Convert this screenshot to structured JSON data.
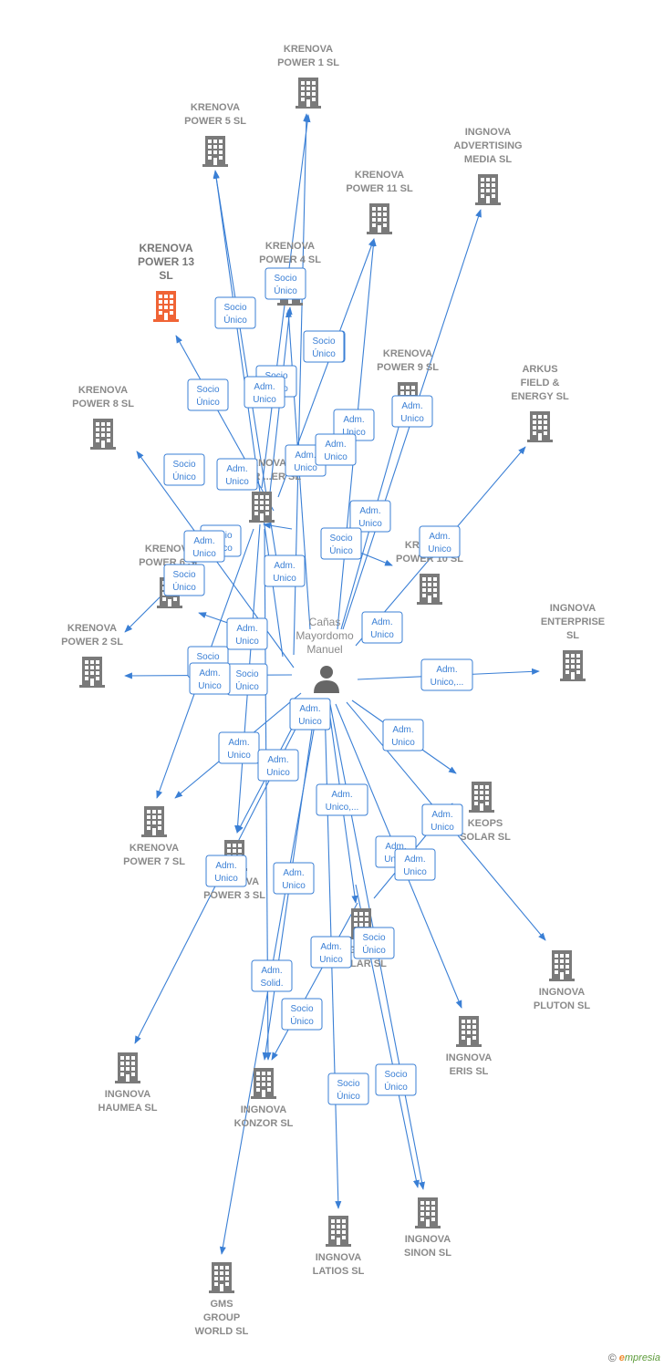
{
  "colors": {
    "edge": "#3a7fd5",
    "building": "#7a7a7a",
    "highlight": "#f06436",
    "person": "#666666"
  },
  "center": {
    "lines": [
      "Cañas",
      "Mayordomo",
      "Manuel"
    ]
  },
  "nodes": [
    {
      "id": "kp1",
      "lines": [
        "KRENOVA",
        "POWER 1  SL"
      ]
    },
    {
      "id": "kp5",
      "lines": [
        "KRENOVA",
        "POWER 5  SL"
      ]
    },
    {
      "id": "iam",
      "lines": [
        "INGNOVA",
        "ADVERTISING",
        "MEDIA  SL"
      ]
    },
    {
      "id": "kp11",
      "lines": [
        "KRENOVA",
        "POWER 11  SL"
      ]
    },
    {
      "id": "kp13",
      "lines": [
        "KRENOVA",
        "POWER 13",
        "SL"
      ],
      "highlight": true
    },
    {
      "id": "kp4",
      "lines": [
        "KRENOVA",
        "POWER 4  SL"
      ]
    },
    {
      "id": "kp9",
      "lines": [
        "KRENOVA",
        "POWER 9  SL"
      ]
    },
    {
      "id": "arkus",
      "lines": [
        "ARKUS",
        "FIELD &",
        "ENERGY  SL"
      ]
    },
    {
      "id": "kp8",
      "lines": [
        "KRENOVA",
        "POWER 8  SL"
      ]
    },
    {
      "id": "kpx",
      "lines": [
        "KRENOVA",
        "POWER ...ER  SL"
      ]
    },
    {
      "id": "kpy",
      "lines": [
        "KRENOVA",
        "POWER 6  SL"
      ]
    },
    {
      "id": "kp10",
      "lines": [
        "KRENOVA",
        "POWER 10  SL"
      ]
    },
    {
      "id": "kp2",
      "lines": [
        "KRENOVA",
        "POWER 2  SL"
      ]
    },
    {
      "id": "ient",
      "lines": [
        "INGNOVA",
        "ENTERPRISE",
        "SL"
      ]
    },
    {
      "id": "keops",
      "lines": [
        "KEOPS",
        "SOLAR  SL"
      ]
    },
    {
      "id": "kp7",
      "lines": [
        "KRENOVA",
        "POWER 7  SL"
      ]
    },
    {
      "id": "kp3",
      "lines": [
        "KRENOVA",
        "POWER 3  SL"
      ]
    },
    {
      "id": "isolar",
      "lines": [
        "INGNOVA",
        "SOLAR  SL"
      ]
    },
    {
      "id": "iplut",
      "lines": [
        "INGNOVA",
        "PLUTON  SL"
      ]
    },
    {
      "id": "ieris",
      "lines": [
        "INGNOVA",
        "ERIS  SL"
      ]
    },
    {
      "id": "ihau",
      "lines": [
        "INGNOVA",
        "HAUMEA  SL"
      ]
    },
    {
      "id": "ikon",
      "lines": [
        "INGNOVA",
        "KONZOR  SL"
      ]
    },
    {
      "id": "ilat",
      "lines": [
        "INGNOVA",
        "LATIOS  SL"
      ]
    },
    {
      "id": "isin",
      "lines": [
        "INGNOVA",
        "SINON  SL"
      ]
    },
    {
      "id": "gms",
      "lines": [
        "GMS",
        "GROUP",
        "WORLD  SL"
      ]
    }
  ],
  "edge_labels": [
    {
      "id": "l1",
      "lines": [
        "Socio",
        "Único"
      ]
    },
    {
      "id": "l2",
      "lines": [
        "Socio",
        "Único"
      ]
    },
    {
      "id": "l3",
      "lines": [
        "Socio",
        "Único"
      ]
    },
    {
      "id": "l4",
      "lines": [
        "Adm.",
        "Unico"
      ]
    },
    {
      "id": "l5",
      "lines": [
        "Socio",
        "Único"
      ]
    },
    {
      "id": "l6",
      "lines": [
        "Adm.",
        "Unico"
      ]
    },
    {
      "id": "l7",
      "lines": [
        "Socio",
        "Único"
      ]
    },
    {
      "id": "l8",
      "lines": [
        "Adm.",
        "Unico"
      ]
    },
    {
      "id": "l9",
      "lines": [
        "Adm.",
        "Unico"
      ]
    },
    {
      "id": "l10",
      "lines": [
        "Socio",
        "Único"
      ]
    },
    {
      "id": "l11",
      "lines": [
        "Adm.",
        "Unico"
      ]
    },
    {
      "id": "l12",
      "lines": [
        "Adm.",
        "Unico"
      ]
    },
    {
      "id": "l13",
      "lines": [
        "Adm.",
        "Unico"
      ]
    },
    {
      "id": "l14",
      "lines": [
        "Socio",
        "Único"
      ]
    },
    {
      "id": "l15",
      "lines": [
        "Adm.",
        "Unico"
      ]
    },
    {
      "id": "l16",
      "lines": [
        "Adm.",
        "Unico"
      ]
    },
    {
      "id": "l17",
      "lines": [
        "Adm.",
        "Unico"
      ]
    },
    {
      "id": "l18",
      "lines": [
        "Socio",
        "Único"
      ]
    },
    {
      "id": "l19",
      "lines": [
        "Adm.",
        "Unico"
      ]
    },
    {
      "id": "l20",
      "lines": [
        "Adm.",
        "Unico"
      ]
    },
    {
      "id": "l21",
      "lines": [
        "Adm.",
        "Unico,..."
      ]
    },
    {
      "id": "l22",
      "lines": [
        "Socio",
        "Único"
      ]
    },
    {
      "id": "l23",
      "lines": [
        "Socio",
        "Único"
      ]
    },
    {
      "id": "l24",
      "lines": [
        "Adm.",
        "Unico"
      ]
    },
    {
      "id": "l25",
      "lines": [
        "Socio",
        "Único"
      ]
    },
    {
      "id": "l26",
      "lines": [
        "Adm.",
        "Unico"
      ]
    },
    {
      "id": "l27",
      "lines": [
        "Adm.",
        "Unico"
      ]
    },
    {
      "id": "l28",
      "lines": [
        "Adm.",
        "Unico"
      ]
    },
    {
      "id": "l29",
      "lines": [
        "Adm.",
        "Unico,..."
      ]
    },
    {
      "id": "l30",
      "lines": [
        "Adm.",
        "Unico"
      ]
    },
    {
      "id": "l31",
      "lines": [
        "Adm.",
        "Unico"
      ]
    },
    {
      "id": "l32",
      "lines": [
        "Socio",
        "Único"
      ]
    },
    {
      "id": "l33",
      "lines": [
        "Adm.",
        "Unico"
      ]
    },
    {
      "id": "l34",
      "lines": [
        "Adm.",
        "Unico"
      ]
    },
    {
      "id": "l35",
      "lines": [
        "Adm.",
        "Unico"
      ]
    },
    {
      "id": "l36",
      "lines": [
        "Adm.",
        "Solid."
      ]
    },
    {
      "id": "l37",
      "lines": [
        "Adm.",
        "Unico"
      ]
    },
    {
      "id": "l38",
      "lines": [
        "Adm.",
        "Unico"
      ]
    },
    {
      "id": "l39",
      "lines": [
        "Socio",
        "Único"
      ]
    },
    {
      "id": "l40",
      "lines": [
        "Socio",
        "Único"
      ]
    },
    {
      "id": "l41",
      "lines": [
        "Socio",
        "Único"
      ]
    },
    {
      "id": "l42",
      "lines": [
        "Socio",
        "Único"
      ]
    },
    {
      "id": "l43",
      "lines": [
        "Adm.",
        "Unico"
      ]
    },
    {
      "id": "l44",
      "lines": [
        "Adm.",
        "Unico"
      ]
    }
  ],
  "footer": {
    "copyright": "©",
    "brand_e": "e",
    "brand_rest": "mpresia"
  }
}
